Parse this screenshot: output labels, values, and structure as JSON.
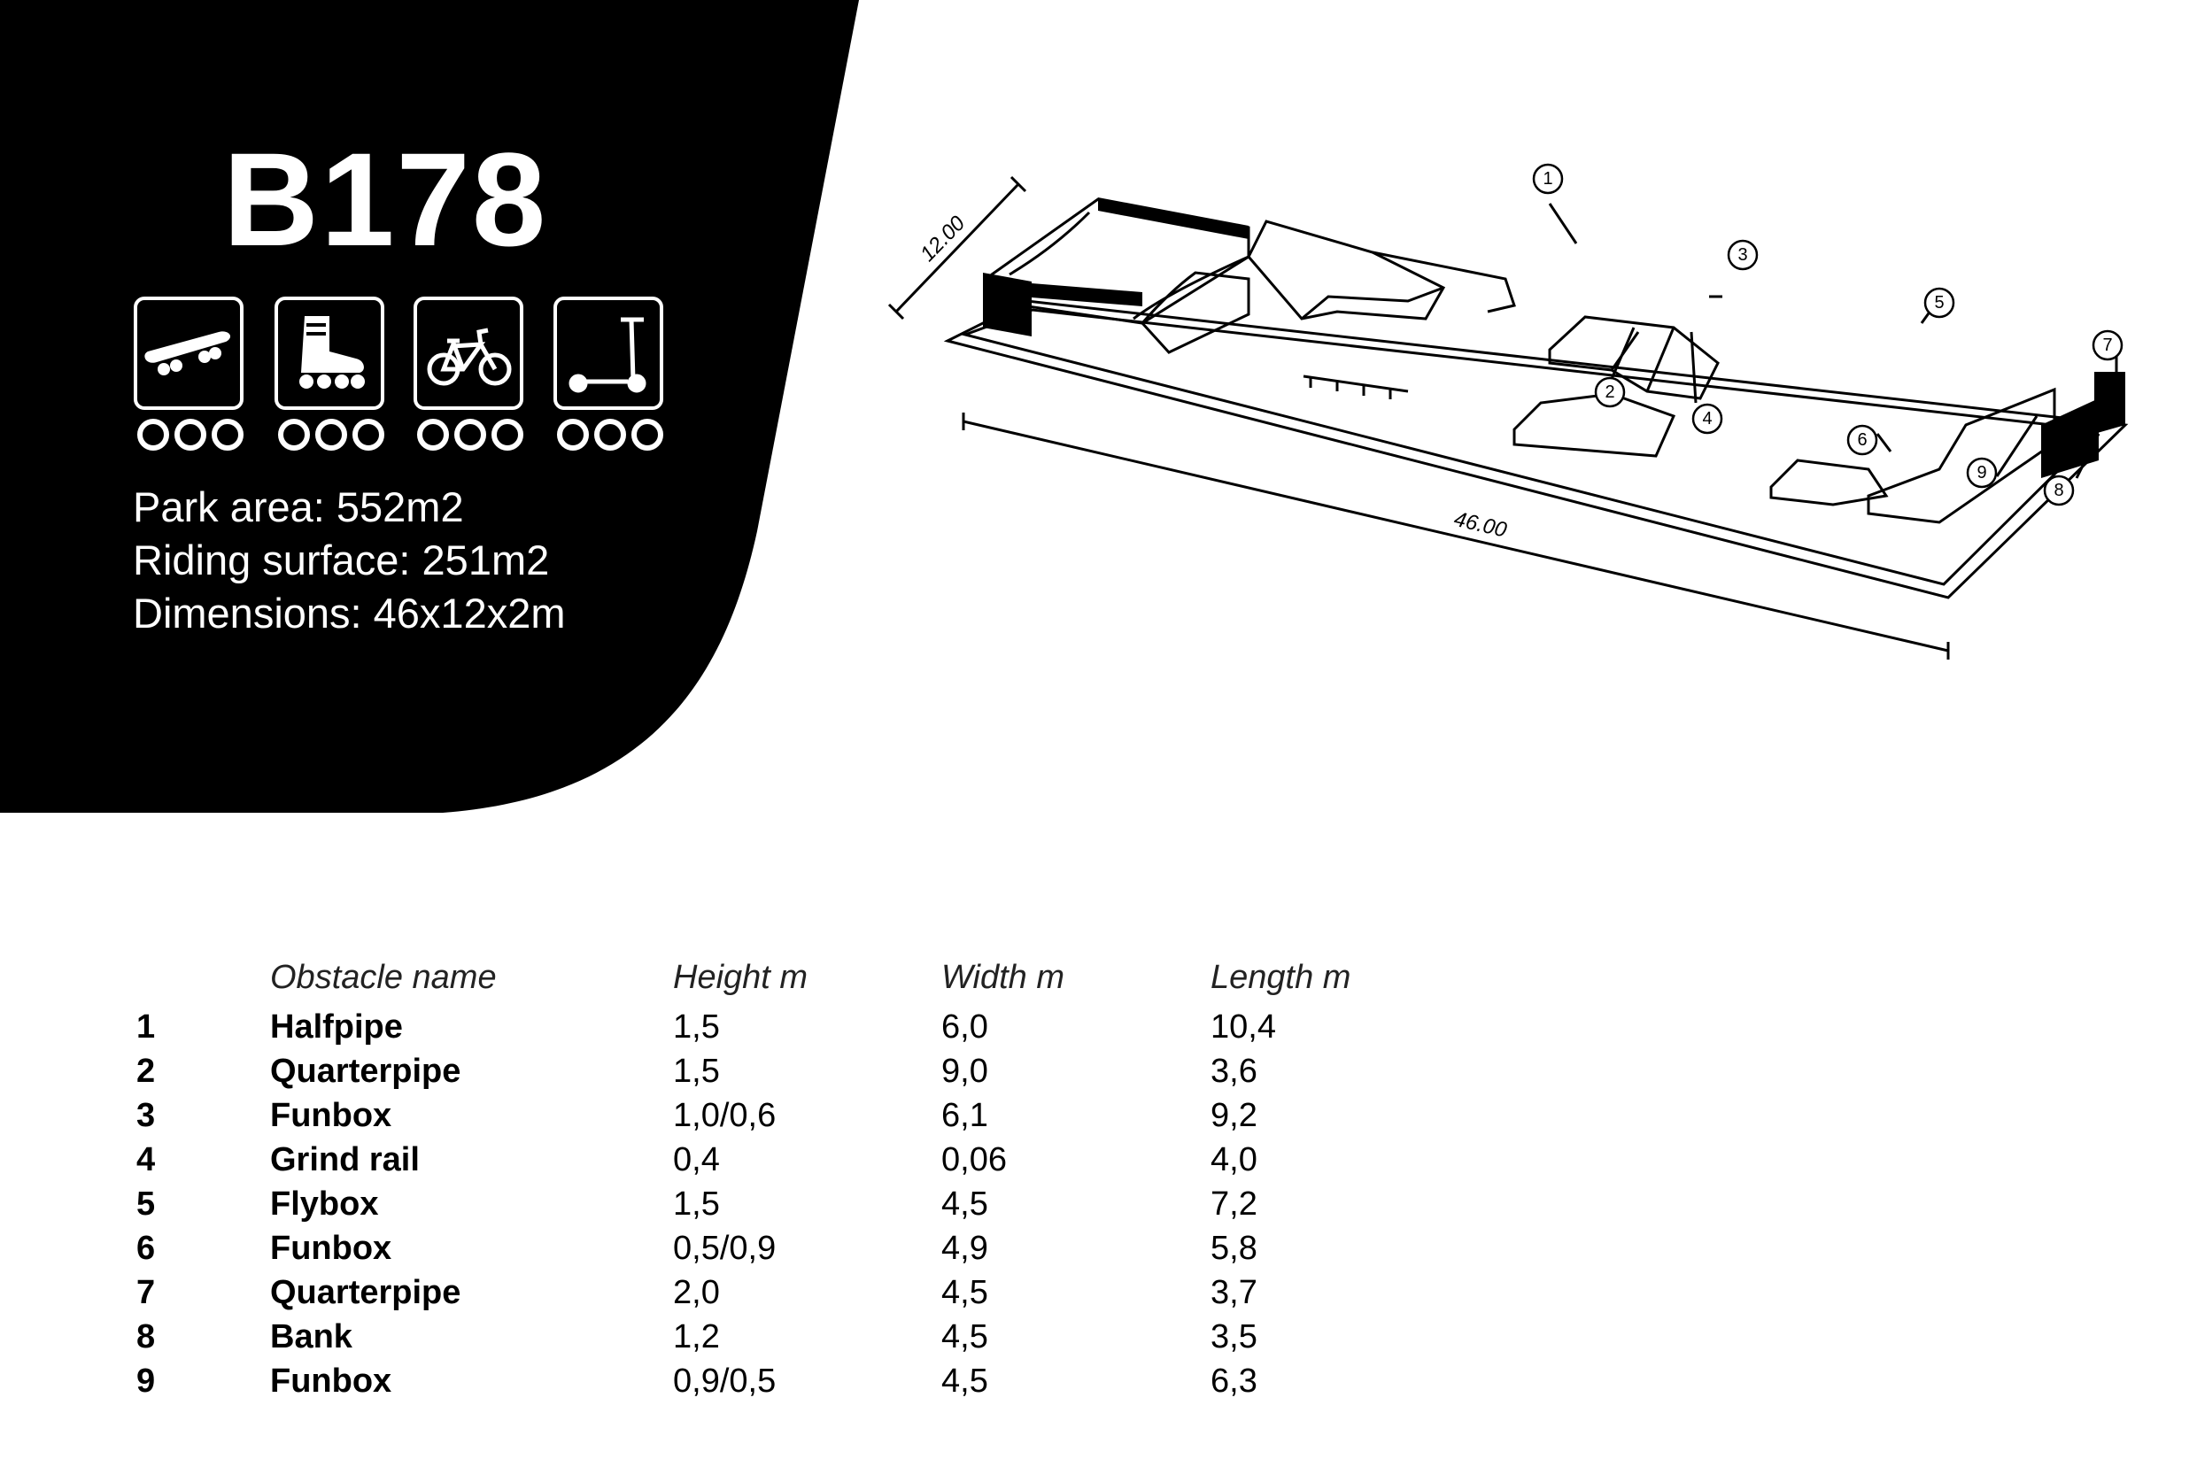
{
  "model_code": "B178",
  "sports": [
    {
      "icon": "skateboard-icon",
      "rating_icon": "three-wheels-rating-icon"
    },
    {
      "icon": "inline-skate-icon",
      "rating_icon": "three-wheels-rating-icon"
    },
    {
      "icon": "bmx-bike-icon",
      "rating_icon": "three-wheels-rating-icon"
    },
    {
      "icon": "kick-scooter-icon",
      "rating_icon": "three-wheels-rating-icon"
    }
  ],
  "info": {
    "park_area": "Park area: 552m2",
    "riding_surface": "Riding surface: 251m2",
    "dimensions": "Dimensions: 46x12x2m"
  },
  "drawing": {
    "width_dim": "12.00",
    "length_dim": "46.00",
    "callouts": [
      "1",
      "2",
      "3",
      "4",
      "5",
      "6",
      "7",
      "8",
      "9"
    ]
  },
  "table": {
    "headers": {
      "name": "Obstacle name",
      "height": "Height m",
      "width": "Width m",
      "length": "Length m"
    },
    "rows": [
      {
        "num": "1",
        "name": "Halfpipe",
        "height": "1,5",
        "width": "6,0",
        "length": "10,4"
      },
      {
        "num": "2",
        "name": "Quarterpipe",
        "height": "1,5",
        "width": "9,0",
        "length": "3,6"
      },
      {
        "num": "3",
        "name": "Funbox",
        "height": "1,0/0,6",
        "width": "6,1",
        "length": "9,2"
      },
      {
        "num": "4",
        "name": "Grind rail",
        "height": "0,4",
        "width": "0,06",
        "length": "4,0"
      },
      {
        "num": "5",
        "name": "Flybox",
        "height": "1,5",
        "width": "4,5",
        "length": "7,2"
      },
      {
        "num": "6",
        "name": "Funbox",
        "height": "0,5/0,9",
        "width": "4,9",
        "length": "5,8"
      },
      {
        "num": "7",
        "name": "Quarterpipe",
        "height": "2,0",
        "width": "4,5",
        "length": "3,7"
      },
      {
        "num": "8",
        "name": "Bank",
        "height": "1,2",
        "width": "4,5",
        "length": "3,5"
      },
      {
        "num": "9",
        "name": "Funbox",
        "height": "0,9/0,5",
        "width": "4,5",
        "length": "6,3"
      }
    ]
  },
  "colors": {
    "panel": "#000000",
    "background": "#ffffff",
    "text": "#000000"
  }
}
